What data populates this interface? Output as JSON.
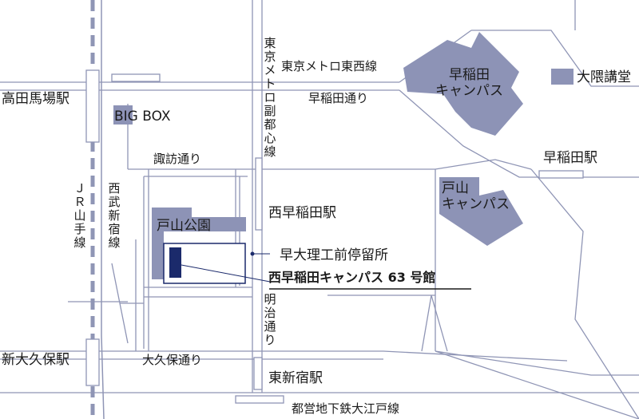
{
  "colors": {
    "road": "#8f95b5",
    "railway": "#8f95b5",
    "block": "#8d93b6",
    "marker": "#1b2a6b",
    "text": "#1a1a1a"
  },
  "stations": {
    "takadanobaba": "高田馬場駅",
    "shinokubo": "新大久保駅",
    "waseda": "早稲田駅",
    "nishiwaseda": "西早稲田駅",
    "higashishinjuku": "東新宿駅"
  },
  "lines": {
    "tozai": "東京メトロ東西線",
    "fukutoshin": "東京メトロ副都心線",
    "jr_yamanote": "ＪＲ山手線",
    "seibu_shinjuku": "西武新宿線",
    "oedo": "都営地下鉄大江戸線"
  },
  "streets": {
    "waseda_dori": "早稲田通り",
    "suwa_dori": "諏訪通り",
    "meiji_dori": "明治通り",
    "okubo_dori": "大久保通り"
  },
  "landmarks": {
    "bigbox": "BIG BOX",
    "waseda_campus": "早稲田\nキャンパス",
    "okuma_hall": "大隈講堂",
    "toyama_campus": "戸山\nキャンパス",
    "toyama_park": "戸山公園",
    "bus_stop": "早大理工前停留所",
    "target": "西早稲田キャンパス 63 号館"
  }
}
